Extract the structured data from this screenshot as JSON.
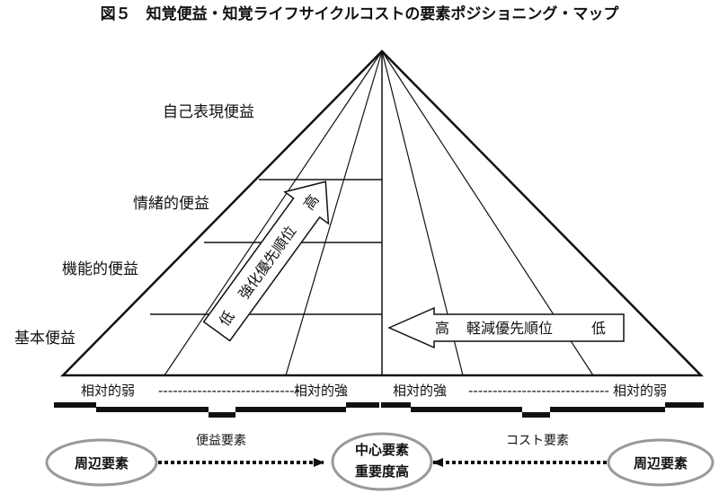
{
  "title": "図５　知覚便益・知覚ライフサイクルコストの要素ポジショニング・マップ",
  "benefit_levels": [
    "自己表現便益",
    "情緒的便益",
    "機能的便益",
    "基本便益"
  ],
  "strengthen_arrow": {
    "low": "低",
    "label": "強化優先順位",
    "high": "高"
  },
  "reduce_arrow": {
    "high": "高",
    "label": "軽減優先順位",
    "low": "低"
  },
  "scale": {
    "weak": "相対的弱",
    "strong": "相対的強",
    "dashes": "-----------------------------"
  },
  "nodes": {
    "peripheral_left": "周辺要素",
    "core_line1": "中心要素",
    "core_line2": "重要度高",
    "peripheral_right": "周辺要素"
  },
  "connectors": {
    "benefit_label": "便益要素",
    "cost_label": "コスト要素"
  }
}
